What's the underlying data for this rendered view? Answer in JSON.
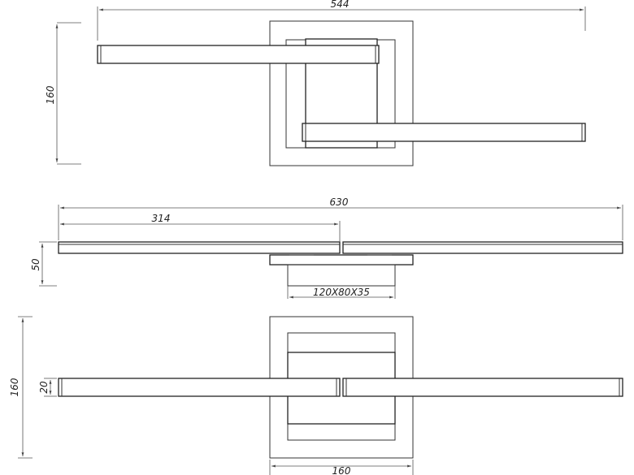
{
  "dimensions": {
    "top_width": "544",
    "top_height": "160",
    "side_total": "630",
    "side_half": "314",
    "side_height": "50",
    "box_size": "120X80X35",
    "front_height": "160",
    "bar_height": "20",
    "front_base": "160"
  }
}
